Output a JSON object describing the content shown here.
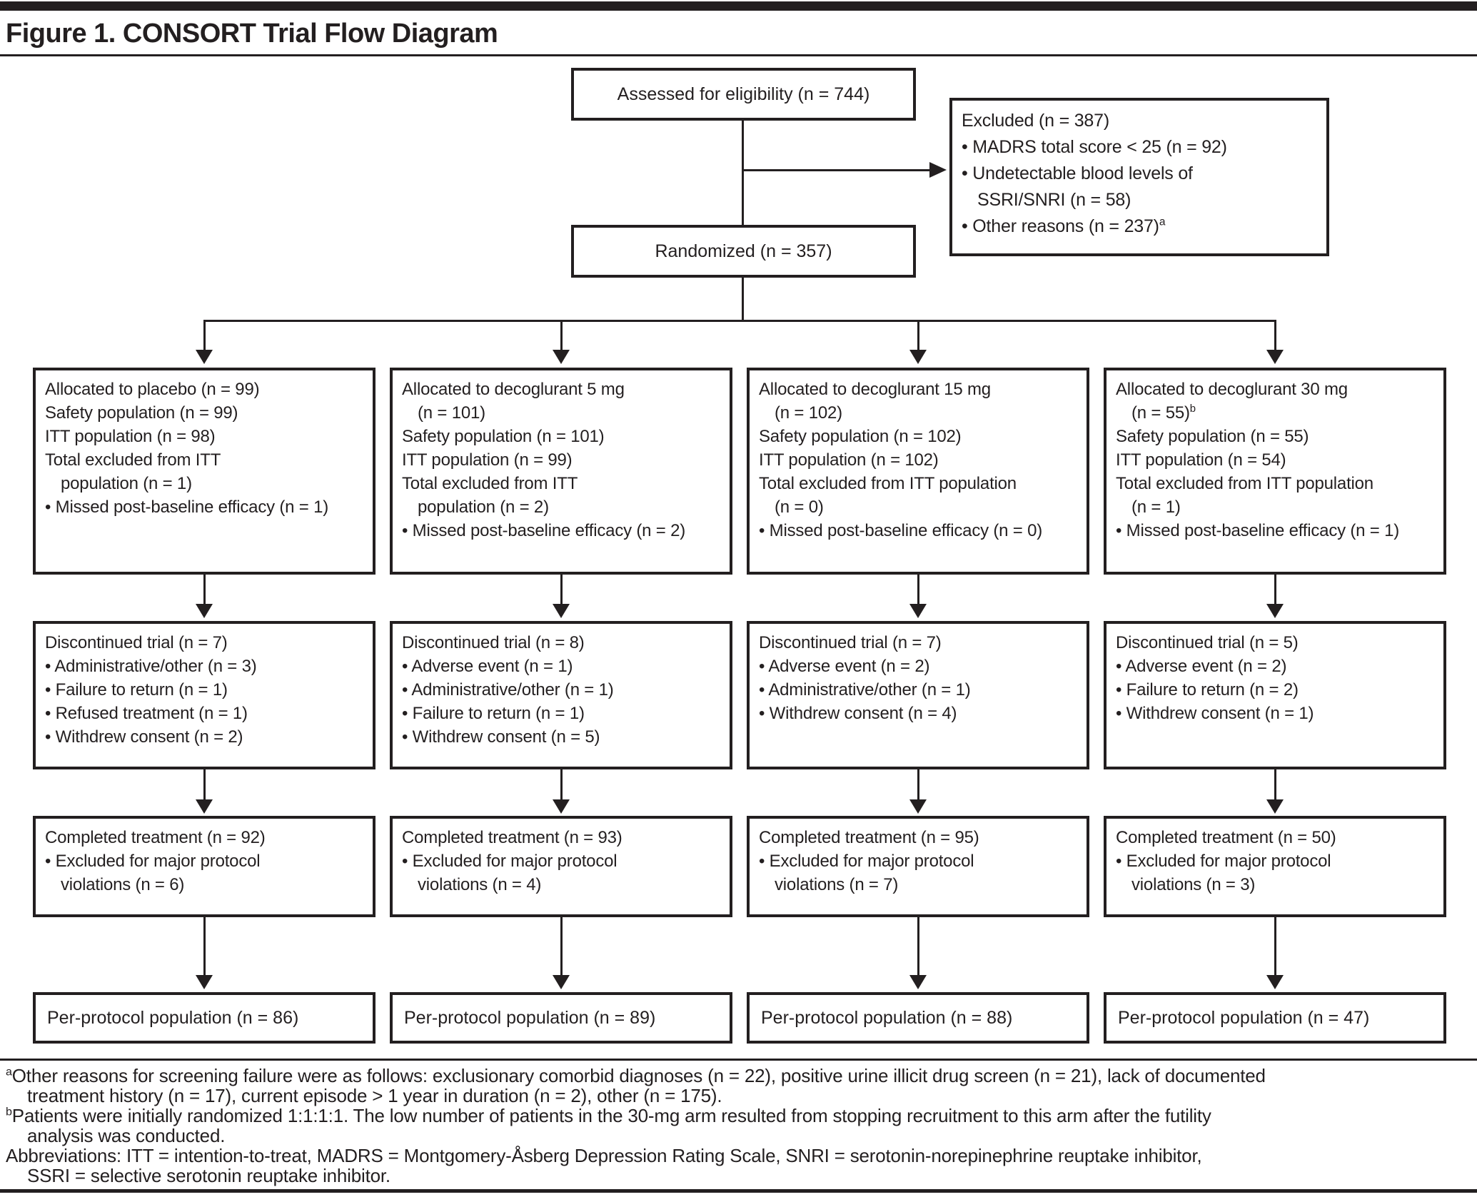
{
  "figure": {
    "title": "Figure 1. CONSORT Trial Flow Diagram"
  },
  "colors": {
    "ink": "#231f20",
    "background": "#ffffff"
  },
  "flow": {
    "assessed": {
      "label": "Assessed for eligibility (n = 744)"
    },
    "excluded": {
      "heading": "Excluded (n = 387)",
      "bullet1": "• MADRS total score < 25 (n = 92)",
      "bullet2_line1": "• Undetectable blood levels of",
      "bullet2_line2": "SSRI/SNRI (n = 58)",
      "bullet3": "• Other reasons (n = 237)",
      "bullet3_sup": "a"
    },
    "randomized": {
      "label": "Randomized (n = 357)"
    },
    "columns": [
      {
        "arm": "placebo",
        "alloc_lines": [
          "Allocated to placebo (n = 99)",
          "Safety population (n = 99)",
          "ITT population (n = 98)",
          "Total excluded from ITT",
          "population (n = 1)",
          "• Missed post-baseline efficacy (n = 1)"
        ],
        "disc_lines": [
          "Discontinued trial (n = 7)",
          "• Administrative/other (n = 3)",
          "• Failure to return (n = 1)",
          "• Refused treatment (n = 1)",
          "• Withdrew consent (n = 2)"
        ],
        "comp_lines": [
          "Completed treatment (n = 92)",
          "• Excluded for major protocol",
          "violations (n = 6)"
        ],
        "pp": "Per-protocol population (n = 86)"
      },
      {
        "arm": "decoglurant 5 mg",
        "alloc_lines": [
          "Allocated to decoglurant 5 mg",
          "(n = 101)",
          "Safety population (n = 101)",
          "ITT population (n = 99)",
          "Total excluded from ITT",
          "population (n = 2)",
          "• Missed post-baseline efficacy (n = 2)"
        ],
        "disc_lines": [
          "Discontinued trial (n = 8)",
          "• Adverse event (n = 1)",
          "• Administrative/other (n = 1)",
          "• Failure to return (n = 1)",
          "• Withdrew consent (n = 5)"
        ],
        "comp_lines": [
          "Completed treatment (n = 93)",
          "• Excluded for major protocol",
          "violations (n = 4)"
        ],
        "pp": "Per-protocol population (n = 89)"
      },
      {
        "arm": "decoglurant 15 mg",
        "alloc_lines": [
          "Allocated to decoglurant 15 mg",
          "(n = 102)",
          "Safety population (n = 102)",
          "ITT population (n = 102)",
          "Total excluded from ITT population",
          "(n = 0)",
          "• Missed post-baseline efficacy (n = 0)"
        ],
        "disc_lines": [
          "Discontinued trial (n = 7)",
          "• Adverse event (n = 2)",
          "• Administrative/other (n = 1)",
          "• Withdrew consent (n = 4)"
        ],
        "comp_lines": [
          "Completed treatment (n = 95)",
          "• Excluded for major protocol",
          "violations (n = 7)"
        ],
        "pp": "Per-protocol population (n = 88)"
      },
      {
        "arm": "decoglurant 30 mg",
        "alloc_lines": [
          "Allocated to decoglurant 30 mg",
          "(n = 55)",
          "Safety population (n = 55)",
          "ITT population (n = 54)",
          "Total excluded from ITT population",
          "(n = 1)",
          "• Missed post-baseline efficacy (n = 1)"
        ],
        "alloc_sup": "b",
        "disc_lines": [
          "Discontinued trial (n = 5)",
          "• Adverse event (n = 2)",
          "• Failure to return (n = 2)",
          "• Withdrew consent (n = 1)"
        ],
        "comp_lines": [
          "Completed treatment (n = 50)",
          "• Excluded for major protocol",
          "violations (n = 3)"
        ],
        "pp": "Per-protocol population (n = 47)"
      }
    ]
  },
  "footnotes": {
    "a": {
      "marker": "a",
      "line1": "Other reasons for screening failure were as follows: exclusionary comorbid diagnoses (n = 22), positive urine illicit drug screen (n = 21), lack of documented",
      "line2": "treatment history (n = 17), current episode > 1 year in duration (n = 2), other (n = 175)."
    },
    "b": {
      "marker": "b",
      "line1": "Patients were initially randomized 1:1:1:1. The low number of patients in the 30-mg arm resulted from stopping recruitment to this arm after the futility",
      "line2": "analysis was conducted."
    },
    "abbr": {
      "line1": "Abbreviations: ITT = intention-to-treat, MADRS = Montgomery-Åsberg Depression Rating Scale, SNRI = serotonin-norepinephrine reuptake inhibitor,",
      "line2": "SSRI = selective serotonin reuptake inhibitor."
    }
  }
}
